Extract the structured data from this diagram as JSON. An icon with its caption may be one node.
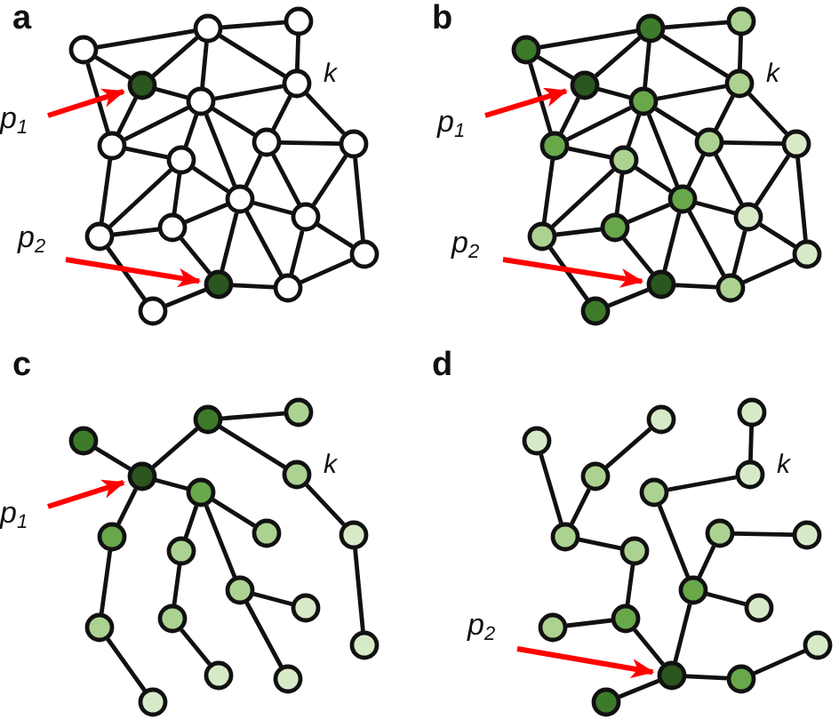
{
  "diagram": {
    "nodes": [
      {
        "text": [],
        "shape": "circle"
      },
      {
        "text": [],
        "shape": "circle"
      },
      {
        "text": [],
        "shape": "circle"
      },
      {
        "text": [],
        "shape": "circle"
      },
      {
        "text": [],
        "shape": "circle",
        "beside": [
          "k"
        ]
      },
      {
        "text": [],
        "shape": "circle"
      },
      {
        "text": [],
        "shape": "circle"
      },
      {
        "text": [],
        "shape": "circle"
      },
      {
        "text": [],
        "shape": "circle"
      },
      {
        "text": [],
        "shape": "circle"
      },
      {
        "text": [],
        "shape": "circle"
      },
      {
        "text": [],
        "shape": "circle"
      },
      {
        "text": [],
        "shape": "circle"
      },
      {
        "text": [],
        "shape": "circle"
      },
      {
        "text": [],
        "shape": "circle"
      },
      {
        "text": [],
        "shape": "circle"
      },
      {
        "text": [],
        "shape": "circle"
      },
      {
        "text": [],
        "shape": "circle"
      },
      {
        "text": [
          "p$_{1}$"
        ]
      },
      {
        "text": [
          "p$_{2}$"
        ]
      },
      {
        "text": [],
        "shape": "circle"
      },
      {
        "text": [],
        "shape": "circle"
      },
      {
        "text": [],
        "shape": "circle"
      },
      {
        "text": [],
        "shape": "circle"
      },
      {
        "text": [],
        "shape": "circle",
        "beside": [
          "k"
        ]
      },
      {
        "text": [],
        "shape": "circle"
      },
      {
        "text": [],
        "shape": "circle"
      },
      {
        "text": [],
        "shape": "circle"
      },
      {
        "text": [],
        "shape": "circle"
      },
      {
        "text": [],
        "shape": "circle"
      },
      {
        "text": [],
        "shape": "circle"
      },
      {
        "text": [],
        "shape": "circle"
      },
      {
        "text": [],
        "shape": "circle"
      },
      {
        "text": [],
        "shape": "circle"
      },
      {
        "text": [],
        "shape": "circle"
      },
      {
        "text": [],
        "shape": "circle"
      },
      {
        "text": [],
        "shape": "circle"
      },
      {
        "text": [],
        "shape": "circle"
      },
      {
        "text": [
          "p$_{1}$"
        ]
      },
      {
        "text": [
          "p$_{2}$"
        ]
      },
      {
        "text": [],
        "shape": "circle"
      },
      {
        "text": [],
        "shape": "circle"
      },
      {
        "text": [],
        "shape": "circle"
      },
      {
        "text": [],
        "shape": "circle"
      },
      {
        "text": [],
        "shape": "circle",
        "beside": [
          "k"
        ]
      },
      {
        "text": [],
        "shape": "circle"
      },
      {
        "text": [],
        "shape": "circle"
      },
      {
        "text": [],
        "shape": "circle"
      },
      {
        "text": [],
        "shape": "circle"
      },
      {
        "text": [],
        "shape": "circle"
      },
      {
        "text": [],
        "shape": "circle"
      },
      {
        "text": [],
        "shape": "circle"
      },
      {
        "text": [],
        "shape": "circle"
      },
      {
        "text": [],
        "shape": "circle"
      },
      {
        "text": [],
        "shape": "circle"
      },
      {
        "text": [],
        "shape": "circle"
      },
      {
        "text": [],
        "shape": "circle"
      },
      {
        "text": [],
        "shape": "circle"
      },
      {
        "text": [
          "p$_{1}$"
        ]
      },
      {
        "text": [],
        "shape": "circle"
      },
      {
        "text": [],
        "shape": "circle"
      },
      {
        "text": [],
        "shape": "circle"
      },
      {
        "text": [],
        "shape": "circle"
      },
      {
        "text": [],
        "shape": "circle",
        "beside": [
          "k"
        ]
      },
      {
        "text": [],
        "shape": "circle"
      },
      {
        "text": [],
        "shape": "circle"
      },
      {
        "text": [],
        "shape": "circle"
      },
      {
        "text": [],
        "shape": "circle"
      },
      {
        "text": [],
        "shape": "circle"
      },
      {
        "text": [],
        "shape": "circle"
      },
      {
        "text": [],
        "shape": "circle"
      },
      {
        "text": [],
        "shape": "circle"
      },
      {
        "text": [],
        "shape": "circle"
      },
      {
        "text": [],
        "shape": "circle"
      },
      {
        "text": [],
        "shape": "circle"
      },
      {
        "text": [],
        "shape": "circle"
      },
      {
        "text": [],
        "shape": "circle"
      },
      {
        "text": [
          "p$_{2}$"
        ]
      }
    ],
    "edges": [
      {
        "from": 0,
        "to": 1,
        "arrow": "none"
      },
      {
        "from": 1,
        "to": 2,
        "arrow": "none"
      },
      {
        "from": 2,
        "to": 4,
        "arrow": "none"
      },
      {
        "from": 0,
        "to": 3,
        "arrow": "none"
      },
      {
        "from": 0,
        "to": 6,
        "arrow": "none"
      },
      {
        "from": 1,
        "to": 3,
        "arrow": "none"
      },
      {
        "from": 1,
        "to": 5,
        "arrow": "none"
      },
      {
        "from": 1,
        "to": 4,
        "arrow": "none"
      },
      {
        "from": 3,
        "to": 5,
        "arrow": "none"
      },
      {
        "from": 3,
        "to": 6,
        "arrow": "none"
      },
      {
        "from": 5,
        "to": 4,
        "arrow": "none"
      },
      {
        "from": 5,
        "to": 6,
        "arrow": "none"
      },
      {
        "from": 5,
        "to": 9,
        "arrow": "none"
      },
      {
        "from": 5,
        "to": 7,
        "arrow": "none"
      },
      {
        "from": 5,
        "to": 10,
        "arrow": "none"
      },
      {
        "from": 4,
        "to": 7,
        "arrow": "none"
      },
      {
        "from": 4,
        "to": 8,
        "arrow": "none"
      },
      {
        "from": 7,
        "to": 8,
        "arrow": "none"
      },
      {
        "from": 6,
        "to": 9,
        "arrow": "none"
      },
      {
        "from": 6,
        "to": 11,
        "arrow": "none"
      },
      {
        "from": 9,
        "to": 10,
        "arrow": "none"
      },
      {
        "from": 9,
        "to": 12,
        "arrow": "none"
      },
      {
        "from": 9,
        "to": 11,
        "arrow": "none"
      },
      {
        "from": 7,
        "to": 10,
        "arrow": "none"
      },
      {
        "from": 7,
        "to": 13,
        "arrow": "none"
      },
      {
        "from": 8,
        "to": 13,
        "arrow": "none"
      },
      {
        "from": 8,
        "to": 14,
        "arrow": "none"
      },
      {
        "from": 10,
        "to": 12,
        "arrow": "none"
      },
      {
        "from": 10,
        "to": 13,
        "arrow": "none"
      },
      {
        "from": 10,
        "to": 15,
        "arrow": "none"
      },
      {
        "from": 10,
        "to": 16,
        "arrow": "none"
      },
      {
        "from": 11,
        "to": 12,
        "arrow": "none"
      },
      {
        "from": 11,
        "to": 17,
        "arrow": "none"
      },
      {
        "from": 12,
        "to": 15,
        "arrow": "none"
      },
      {
        "from": 13,
        "to": 14,
        "arrow": "none"
      },
      {
        "from": 13,
        "to": 16,
        "arrow": "none"
      },
      {
        "from": 14,
        "to": 16,
        "arrow": "none"
      },
      {
        "from": 15,
        "to": 16,
        "arrow": "none"
      },
      {
        "from": 15,
        "to": 17,
        "arrow": "none"
      },
      {
        "from": 18,
        "to": 3,
        "arrow": "to",
        "color": "#ff0000"
      },
      {
        "from": 19,
        "to": 15,
        "arrow": "to",
        "color": "#ff0000"
      },
      {
        "from": 20,
        "to": 21,
        "arrow": "none"
      },
      {
        "from": 21,
        "to": 22,
        "arrow": "none"
      },
      {
        "from": 22,
        "to": 24,
        "arrow": "none"
      },
      {
        "from": 20,
        "to": 23,
        "arrow": "none"
      },
      {
        "from": 20,
        "to": 26,
        "arrow": "none"
      },
      {
        "from": 21,
        "to": 23,
        "arrow": "none"
      },
      {
        "from": 21,
        "to": 25,
        "arrow": "none"
      },
      {
        "from": 21,
        "to": 24,
        "arrow": "none"
      },
      {
        "from": 23,
        "to": 25,
        "arrow": "none"
      },
      {
        "from": 23,
        "to": 26,
        "arrow": "none"
      },
      {
        "from": 25,
        "to": 24,
        "arrow": "none"
      },
      {
        "from": 25,
        "to": 26,
        "arrow": "none"
      },
      {
        "from": 25,
        "to": 29,
        "arrow": "none"
      },
      {
        "from": 25,
        "to": 27,
        "arrow": "none"
      },
      {
        "from": 25,
        "to": 30,
        "arrow": "none"
      },
      {
        "from": 24,
        "to": 27,
        "arrow": "none"
      },
      {
        "from": 24,
        "to": 28,
        "arrow": "none"
      },
      {
        "from": 27,
        "to": 28,
        "arrow": "none"
      },
      {
        "from": 26,
        "to": 29,
        "arrow": "none"
      },
      {
        "from": 26,
        "to": 31,
        "arrow": "none"
      },
      {
        "from": 29,
        "to": 30,
        "arrow": "none"
      },
      {
        "from": 29,
        "to": 32,
        "arrow": "none"
      },
      {
        "from": 29,
        "to": 31,
        "arrow": "none"
      },
      {
        "from": 27,
        "to": 30,
        "arrow": "none"
      },
      {
        "from": 27,
        "to": 33,
        "arrow": "none"
      },
      {
        "from": 28,
        "to": 33,
        "arrow": "none"
      },
      {
        "from": 28,
        "to": 34,
        "arrow": "none"
      },
      {
        "from": 30,
        "to": 32,
        "arrow": "none"
      },
      {
        "from": 30,
        "to": 33,
        "arrow": "none"
      },
      {
        "from": 30,
        "to": 35,
        "arrow": "none"
      },
      {
        "from": 30,
        "to": 36,
        "arrow": "none"
      },
      {
        "from": 31,
        "to": 32,
        "arrow": "none"
      },
      {
        "from": 31,
        "to": 37,
        "arrow": "none"
      },
      {
        "from": 32,
        "to": 35,
        "arrow": "none"
      },
      {
        "from": 33,
        "to": 34,
        "arrow": "none"
      },
      {
        "from": 33,
        "to": 36,
        "arrow": "none"
      },
      {
        "from": 34,
        "to": 36,
        "arrow": "none"
      },
      {
        "from": 35,
        "to": 36,
        "arrow": "none"
      },
      {
        "from": 35,
        "to": 37,
        "arrow": "none"
      },
      {
        "from": 38,
        "to": 23,
        "arrow": "to",
        "color": "#ff0000"
      },
      {
        "from": 39,
        "to": 35,
        "arrow": "to",
        "color": "#ff0000"
      },
      {
        "from": 40,
        "to": 43,
        "arrow": "none"
      },
      {
        "from": 43,
        "to": 41,
        "arrow": "none"
      },
      {
        "from": 41,
        "to": 42,
        "arrow": "none"
      },
      {
        "from": 41,
        "to": 44,
        "arrow": "none"
      },
      {
        "from": 44,
        "to": 48,
        "arrow": "none"
      },
      {
        "from": 48,
        "to": 54,
        "arrow": "none"
      },
      {
        "from": 43,
        "to": 45,
        "arrow": "none"
      },
      {
        "from": 43,
        "to": 46,
        "arrow": "none"
      },
      {
        "from": 45,
        "to": 47,
        "arrow": "none"
      },
      {
        "from": 45,
        "to": 49,
        "arrow": "none"
      },
      {
        "from": 45,
        "to": 50,
        "arrow": "none"
      },
      {
        "from": 46,
        "to": 51,
        "arrow": "none"
      },
      {
        "from": 51,
        "to": 57,
        "arrow": "none"
      },
      {
        "from": 49,
        "to": 52,
        "arrow": "none"
      },
      {
        "from": 52,
        "to": 55,
        "arrow": "none"
      },
      {
        "from": 50,
        "to": 53,
        "arrow": "none"
      },
      {
        "from": 50,
        "to": 56,
        "arrow": "none"
      },
      {
        "from": 58,
        "to": 43,
        "arrow": "to",
        "color": "#ff0000"
      },
      {
        "from": 74,
        "to": 76,
        "arrow": "none"
      },
      {
        "from": 74,
        "to": 75,
        "arrow": "none"
      },
      {
        "from": 75,
        "to": 73,
        "arrow": "none"
      },
      {
        "from": 74,
        "to": 71,
        "arrow": "none"
      },
      {
        "from": 71,
        "to": 70,
        "arrow": "none"
      },
      {
        "from": 71,
        "to": 68,
        "arrow": "none"
      },
      {
        "from": 68,
        "to": 65,
        "arrow": "none"
      },
      {
        "from": 65,
        "to": 59,
        "arrow": "none"
      },
      {
        "from": 65,
        "to": 62,
        "arrow": "none"
      },
      {
        "from": 62,
        "to": 60,
        "arrow": "none"
      },
      {
        "from": 74,
        "to": 69,
        "arrow": "none"
      },
      {
        "from": 69,
        "to": 66,
        "arrow": "none"
      },
      {
        "from": 66,
        "to": 67,
        "arrow": "none"
      },
      {
        "from": 69,
        "to": 72,
        "arrow": "none"
      },
      {
        "from": 69,
        "to": 64,
        "arrow": "none"
      },
      {
        "from": 64,
        "to": 63,
        "arrow": "none"
      },
      {
        "from": 63,
        "to": 61,
        "arrow": "none"
      },
      {
        "from": 77,
        "to": 74,
        "arrow": "to",
        "color": "#ff0000"
      }
    ],
    "labels": [
      "a",
      "b",
      "c",
      "d"
    ]
  }
}
